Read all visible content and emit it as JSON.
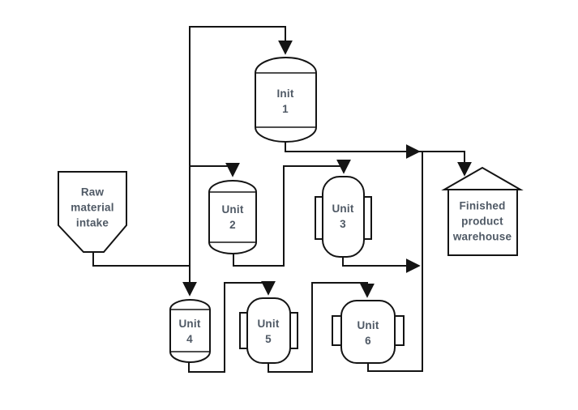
{
  "diagram": {
    "type": "process-flow-diagram",
    "colors": {
      "background": "#ffffff",
      "line": "#141414",
      "shape_fill": "#ffffff",
      "label_text": "#4f5965"
    },
    "nodes": [
      {
        "id": "init-1",
        "label": "Init\n1",
        "shape": "tank"
      },
      {
        "id": "unit-2",
        "label": "Unit\n2",
        "shape": "tank"
      },
      {
        "id": "unit-3",
        "label": "Unit\n3",
        "shape": "jacketed-vessel"
      },
      {
        "id": "unit-4",
        "label": "Unit\n4",
        "shape": "tank"
      },
      {
        "id": "unit-5",
        "label": "Unit\n5",
        "shape": "jacketed-vessel"
      },
      {
        "id": "unit-6",
        "label": "Unit\n6",
        "shape": "jacketed-vessel"
      },
      {
        "id": "raw-material-intake",
        "label": "Raw\nmaterial\nintake",
        "shape": "hopper"
      },
      {
        "id": "finished-product-warehouse",
        "label": "Finished\nproduct\nwarehouse",
        "shape": "warehouse"
      }
    ],
    "edges": [
      {
        "from": "raw-material-intake",
        "to": "init-1"
      },
      {
        "from": "raw-material-intake",
        "to": "unit-2"
      },
      {
        "from": "raw-material-intake",
        "to": "unit-4"
      },
      {
        "from": "init-1",
        "to": "finished-product-warehouse"
      },
      {
        "from": "unit-2",
        "to": "unit-3"
      },
      {
        "from": "unit-3",
        "to": "finished-product-warehouse"
      },
      {
        "from": "unit-4",
        "to": "unit-5"
      },
      {
        "from": "unit-5",
        "to": "unit-6"
      },
      {
        "from": "unit-6",
        "to": "finished-product-warehouse"
      }
    ]
  }
}
